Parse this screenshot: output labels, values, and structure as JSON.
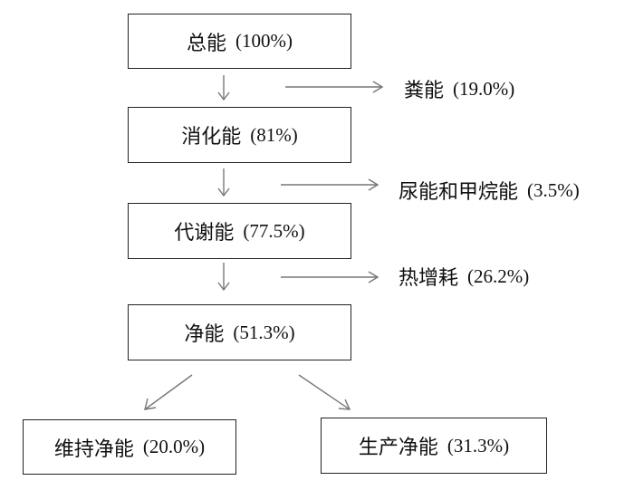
{
  "nodes": {
    "total": {
      "name": "总能",
      "value": "(100%)"
    },
    "digestible": {
      "name": "消化能",
      "value": "(81%)"
    },
    "metabolizable": {
      "name": "代谢能",
      "value": "(77.5%)"
    },
    "net": {
      "name": "净能",
      "value": "(51.3%)"
    },
    "maintenance": {
      "name": "维持净能",
      "value": "(20.0%)"
    },
    "production": {
      "name": "生产净能",
      "value": "(31.3%)"
    }
  },
  "losses": {
    "fecal": {
      "name": "粪能",
      "value": "(19.0%)"
    },
    "urine_methane": {
      "name": "尿能和甲烷能",
      "value": "(3.5%)"
    },
    "heat_increment": {
      "name": "热增耗",
      "value": "(26.2%)"
    }
  }
}
